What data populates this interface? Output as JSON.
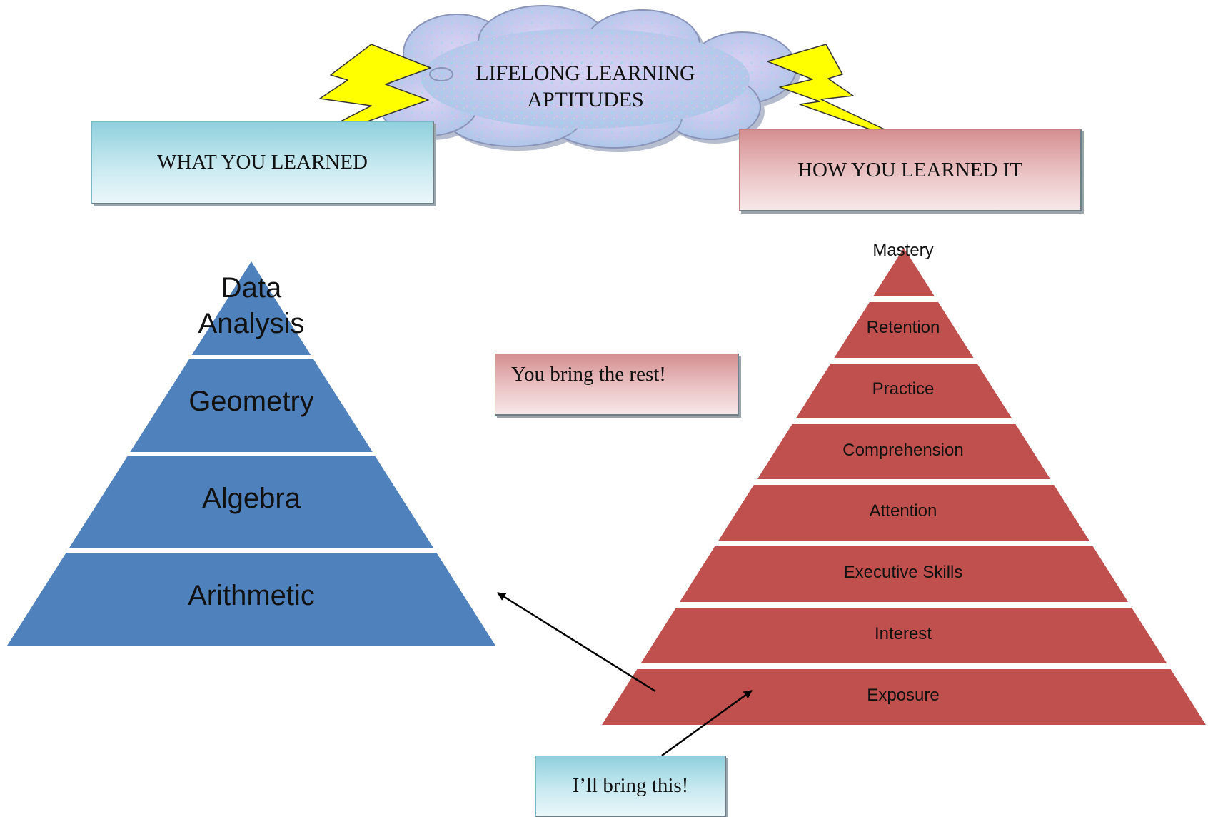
{
  "cloud": {
    "line1": "LIFELONG LEARNING",
    "line2": "APTITUDES"
  },
  "boxes": {
    "what": "WHAT YOU LEARNED",
    "how": "HOW YOU LEARNED IT",
    "rest": "You bring the rest!",
    "this": "I’ll bring this!"
  },
  "blue_pyramid": {
    "top_line1": "Data",
    "top_line2": "Analysis",
    "levels": [
      "Geometry",
      "Algebra",
      "Arithmetic"
    ]
  },
  "red_pyramid": {
    "levels": [
      "Mastery",
      "Retention",
      "Practice",
      "Comprehension",
      "Attention",
      "Executive Skills",
      "Interest",
      "Exposure"
    ]
  },
  "colors": {
    "blue_pyramid": "#4f81bd",
    "red_pyramid": "#c0504d",
    "lightning": "#ffff00",
    "cloud": "#c9c6ef"
  }
}
